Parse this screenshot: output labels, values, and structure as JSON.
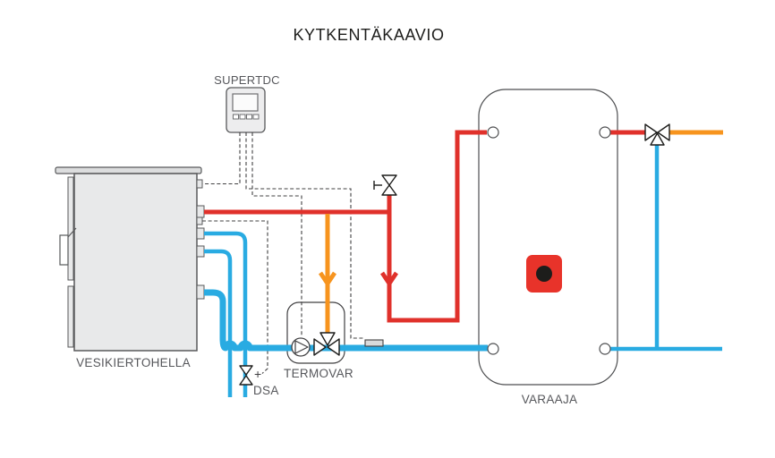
{
  "diagram": {
    "title": "KYTKENTÄKAAVIO",
    "components": {
      "controller": {
        "label": "SUPERTDC"
      },
      "stove": {
        "label": "VESIKIERTOHELLA"
      },
      "loading_unit": {
        "label": "TERMOVAR"
      },
      "safety_valve": {
        "label": "DSA",
        "plus": "+"
      },
      "tank": {
        "label": "VARAAJA"
      }
    },
    "colors": {
      "hot_pipe_red": "#e0312b",
      "cold_pipe_blue": "#29abe2",
      "mixed_pipe_orange": "#f7941e",
      "wiring_grey": "#414042",
      "component_fill_grey": "#e8e9ea",
      "outline_grey": "#58595b",
      "heater_red": "#e8332a",
      "title_black": "#1d1d1b"
    }
  }
}
